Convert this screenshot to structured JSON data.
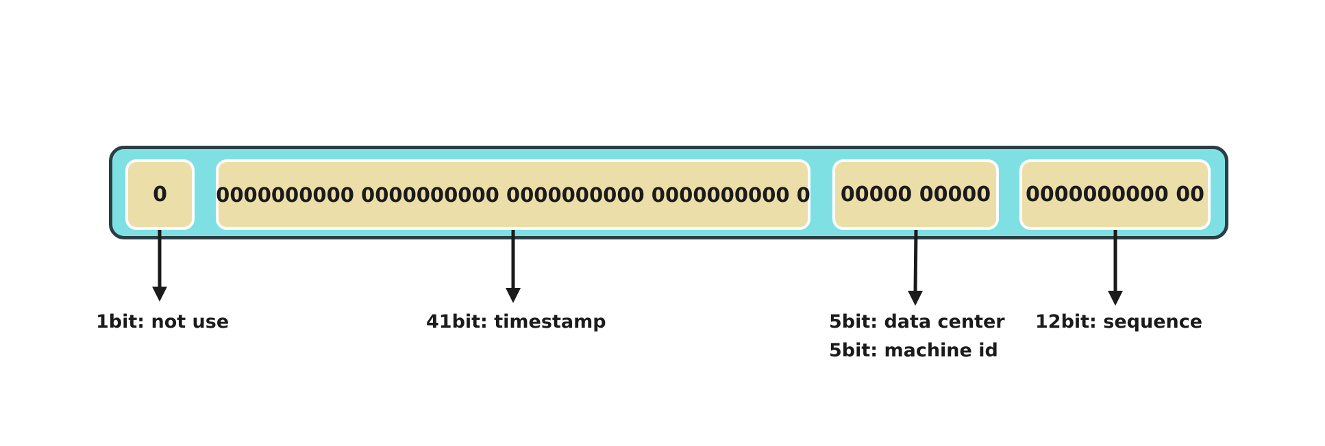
{
  "segments": [
    {
      "bits": "0"
    },
    {
      "bits": "0000000000 0000000000 0000000000 0000000000 0"
    },
    {
      "bits": "00000 00000"
    },
    {
      "bits": "0000000000 00"
    }
  ],
  "labels": [
    {
      "lines": [
        "1bit: not use"
      ]
    },
    {
      "lines": [
        "41bit: timestamp"
      ]
    },
    {
      "lines": [
        "5bit: data center",
        "5bit: machine id"
      ]
    },
    {
      "lines": [
        "12bit: sequence"
      ]
    }
  ],
  "colors": {
    "outer_fill": "#7fe0e4",
    "outer_border": "#2b3e44",
    "segment_fill": "#ecdea8",
    "segment_border": "#ffffff",
    "arrow": "#1b1b1b"
  }
}
